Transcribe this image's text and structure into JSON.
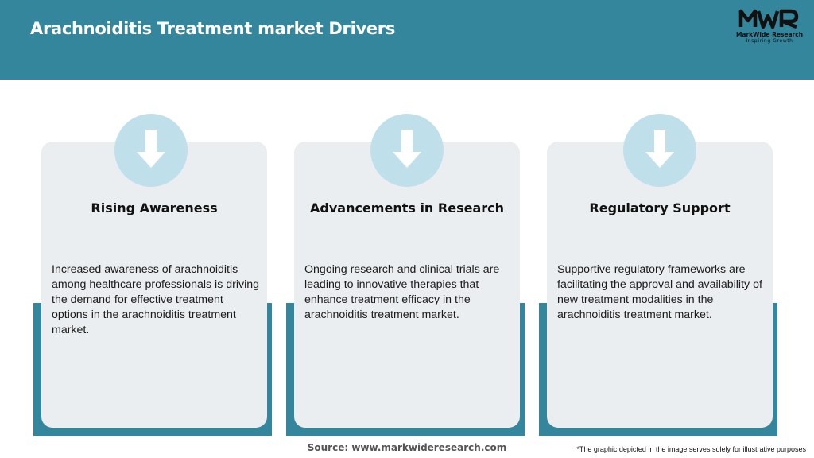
{
  "header": {
    "title": "Arachnoiditis Treatment market Drivers",
    "bg_color": "#33869c"
  },
  "logo": {
    "mark": "MWR",
    "name": "MarkWide Research",
    "tagline": "Inspiring Growth"
  },
  "cards": [
    {
      "icon": "arrow-down-icon",
      "heading": "Rising Awareness",
      "text": "Increased awareness of arachnoiditis among healthcare professionals is driving the demand for effective treatment options in the arachnoiditis treatment market."
    },
    {
      "icon": "arrow-down-icon",
      "heading": "Advancements in Research",
      "text": "Ongoing research and clinical trials are leading to innovative therapies that enhance treatment efficacy in the arachnoiditis treatment market."
    },
    {
      "icon": "arrow-down-icon",
      "heading": "Regulatory Support",
      "text": "Supportive regulatory frameworks are facilitating the approval and availability of new treatment modalities in the arachnoiditis treatment market."
    }
  ],
  "footer": {
    "source": "Source: www.markwideresearch.com",
    "note": "*The graphic depicted in the image serves solely for illustrative purposes"
  },
  "colors": {
    "accent": "#33869c",
    "card_bg": "#ebeef0",
    "icon_circle": "#bfe0ea"
  }
}
